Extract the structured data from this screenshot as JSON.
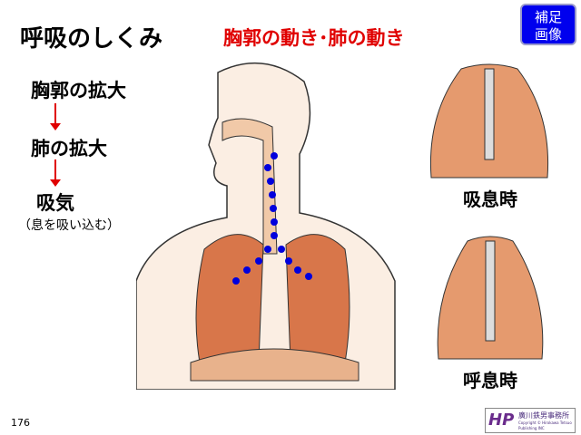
{
  "title": "呼吸のしくみ",
  "subtitle": "胸郭の動き･肺の動き",
  "badge": {
    "line1": "補足",
    "line2": "画像"
  },
  "steps": [
    "胸郭の拡大",
    "肺の拡大",
    "吸気"
  ],
  "note": "（息を吸い込む）",
  "labels": {
    "inhale": "吸息時",
    "exhale": "呼息時"
  },
  "page_number": "176",
  "logo": {
    "name": "廣川鉄男事務所",
    "copyright": "Copyright © Hirokawa Tetsuo Publishing INC",
    "mark": "HP"
  }
}
